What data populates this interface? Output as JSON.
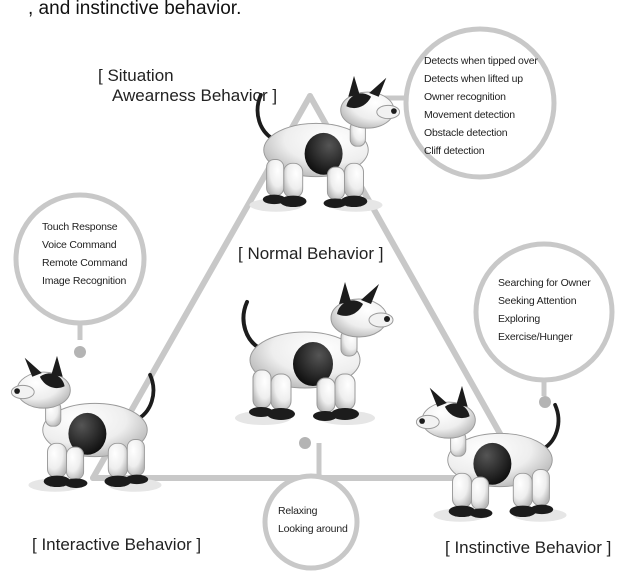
{
  "intro_text_fragment": ", and instinctive behavior.",
  "center": {
    "label": "[ Normal Behavior ]"
  },
  "nodes": {
    "situation": {
      "label_line1": "[ Situation",
      "label_line2": "Awearness Behavior ]",
      "items": [
        "Detects when tipped over",
        "Detects when lifted up",
        "Owner recognition",
        "Movement detection",
        "Obstacle detection",
        "Cliff detection"
      ]
    },
    "interactive": {
      "label": "[ Interactive Behavior ]",
      "items": [
        "Touch Response",
        "Voice Command",
        "Remote Command",
        "Image Recognition"
      ]
    },
    "instinctive": {
      "label": "[ Instinctive Behavior ]",
      "items": [
        "Searching for Owner",
        "Seeking Attention",
        "Exploring",
        "Exercise/Hunger"
      ]
    },
    "normal": {
      "items": [
        "Relaxing",
        "Looking around"
      ]
    }
  },
  "colors": {
    "connector": "#c8c8c8",
    "bubble_stroke": "#c8c8c8",
    "dot": "#b4b4b4",
    "robot_white": "#f4f4f4",
    "robot_dark": "#1c1c1c"
  }
}
